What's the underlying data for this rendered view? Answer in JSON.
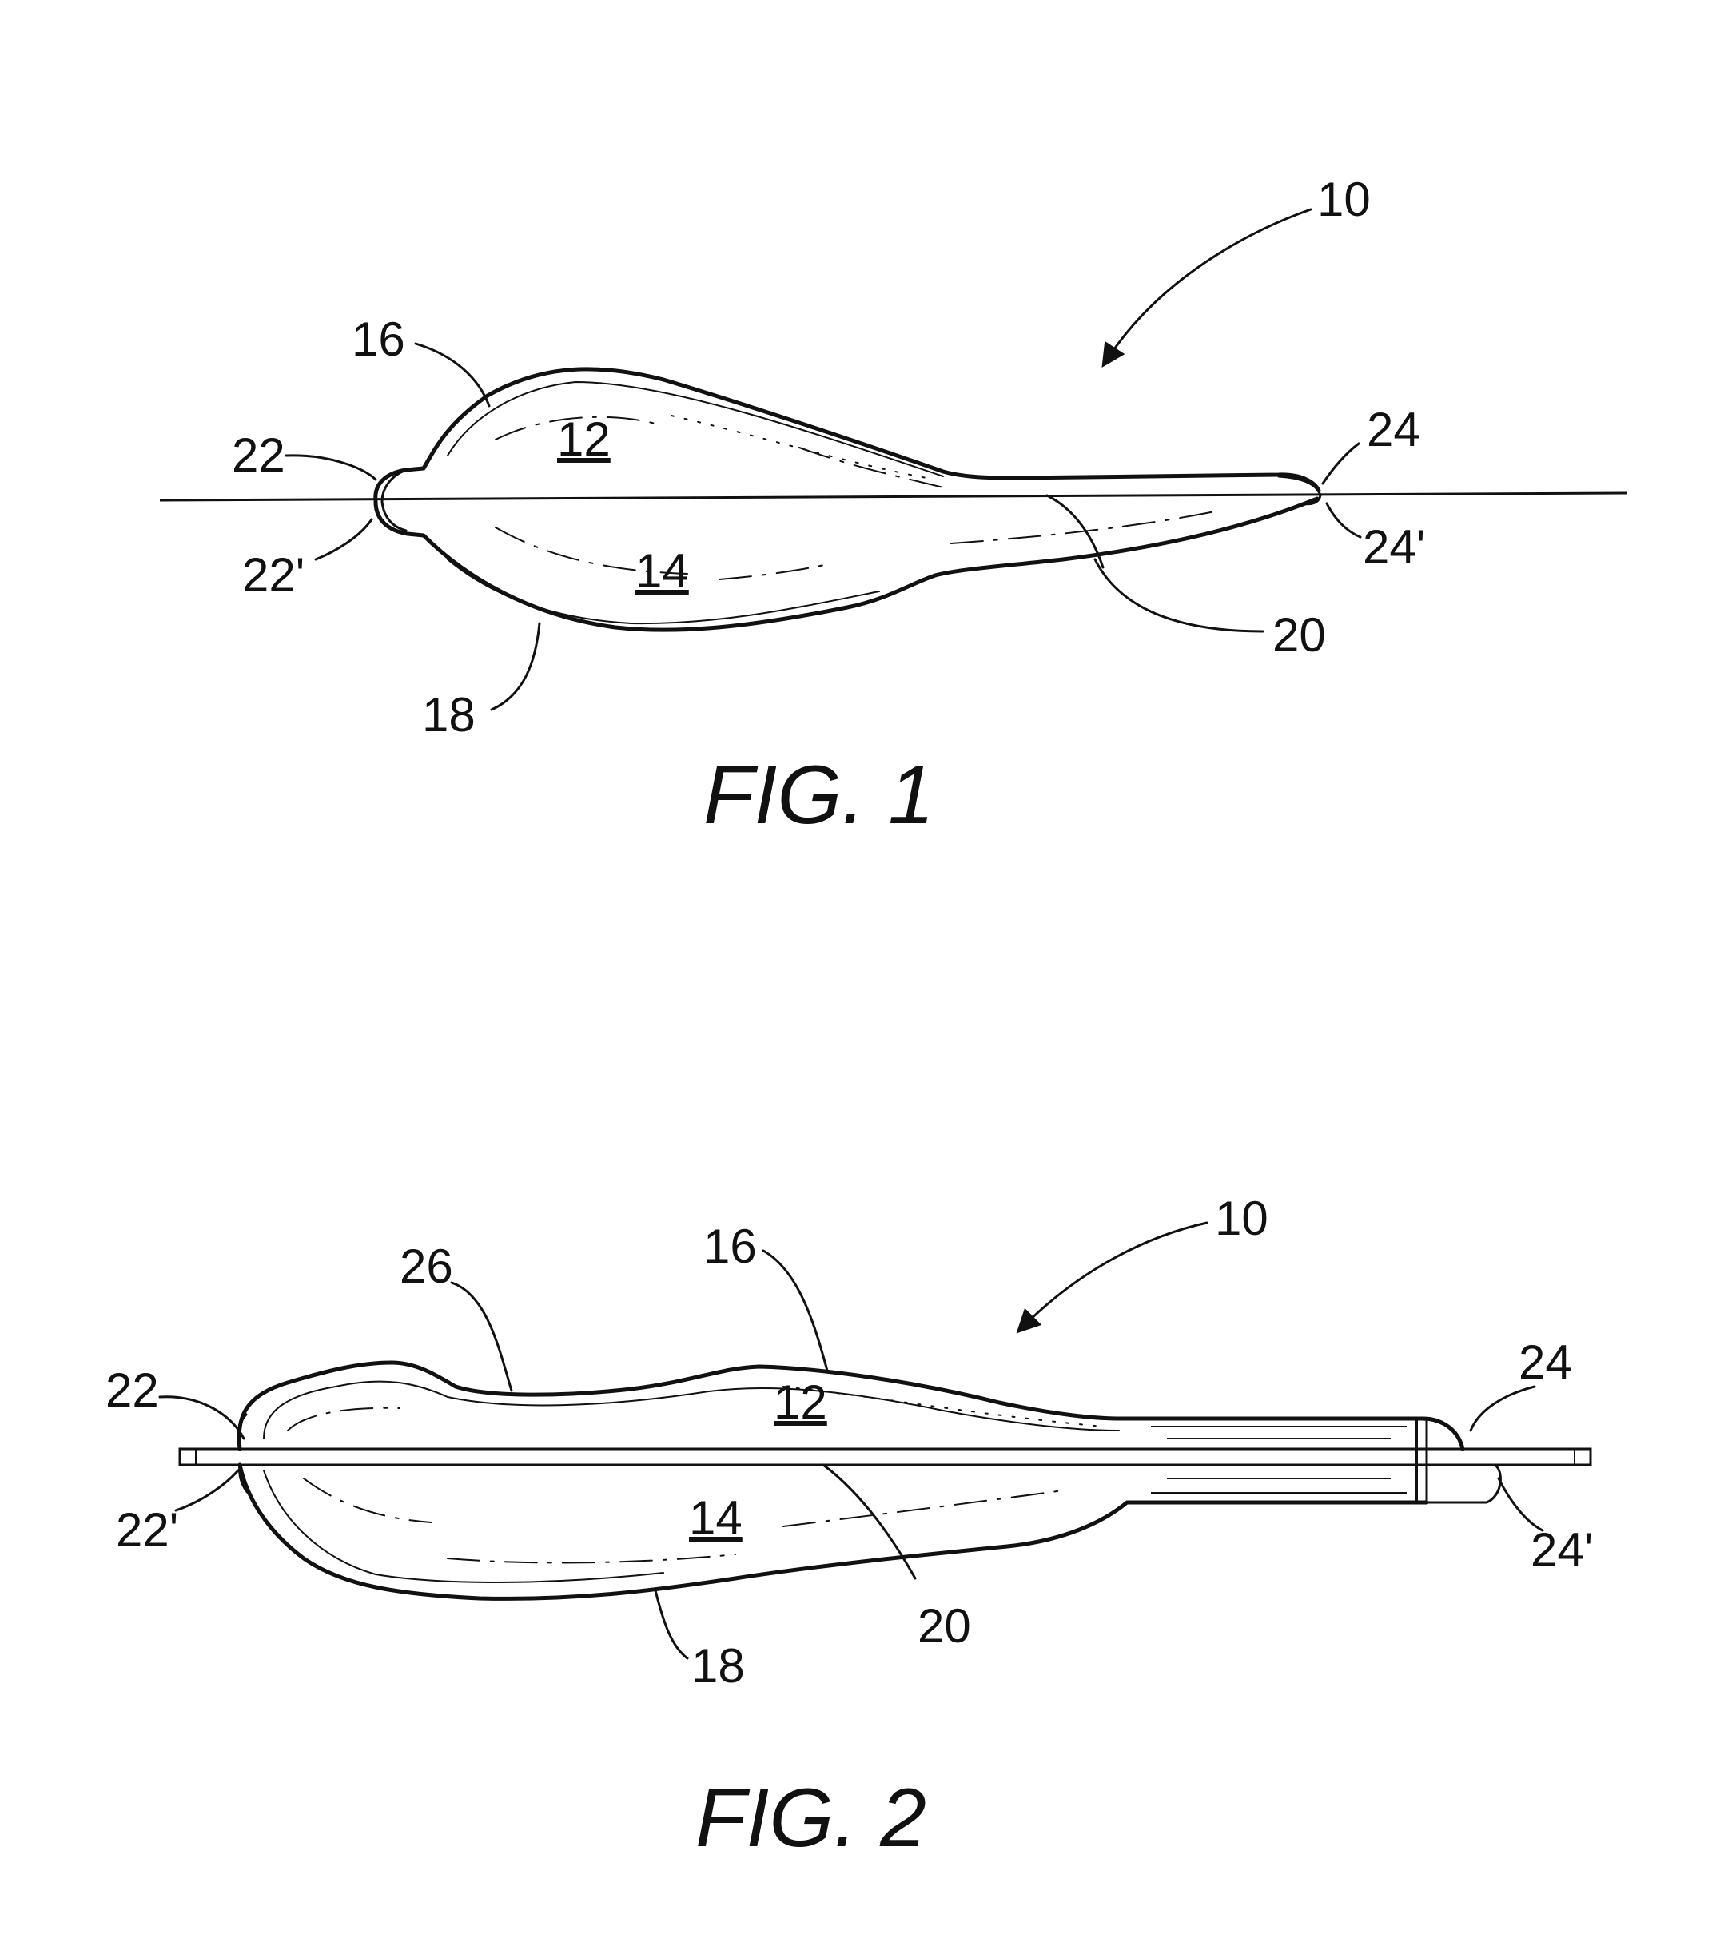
{
  "figures": [
    {
      "caption": "FIG. 1",
      "labels": {
        "device": "10",
        "upper": "12",
        "lower": "14",
        "top_edge": "16",
        "bottom_edge": "18",
        "seam": "20",
        "front_a": "22",
        "front_b": "22'",
        "rear_a": "24",
        "rear_b": "24'"
      }
    },
    {
      "caption": "FIG. 2",
      "labels": {
        "device": "10",
        "upper": "12",
        "lower": "14",
        "top_edge": "16",
        "bottom_edge": "18",
        "seam": "20",
        "front_a": "22",
        "front_b": "22'",
        "rear_a": "24",
        "rear_b": "24'",
        "bump": "26"
      }
    }
  ]
}
